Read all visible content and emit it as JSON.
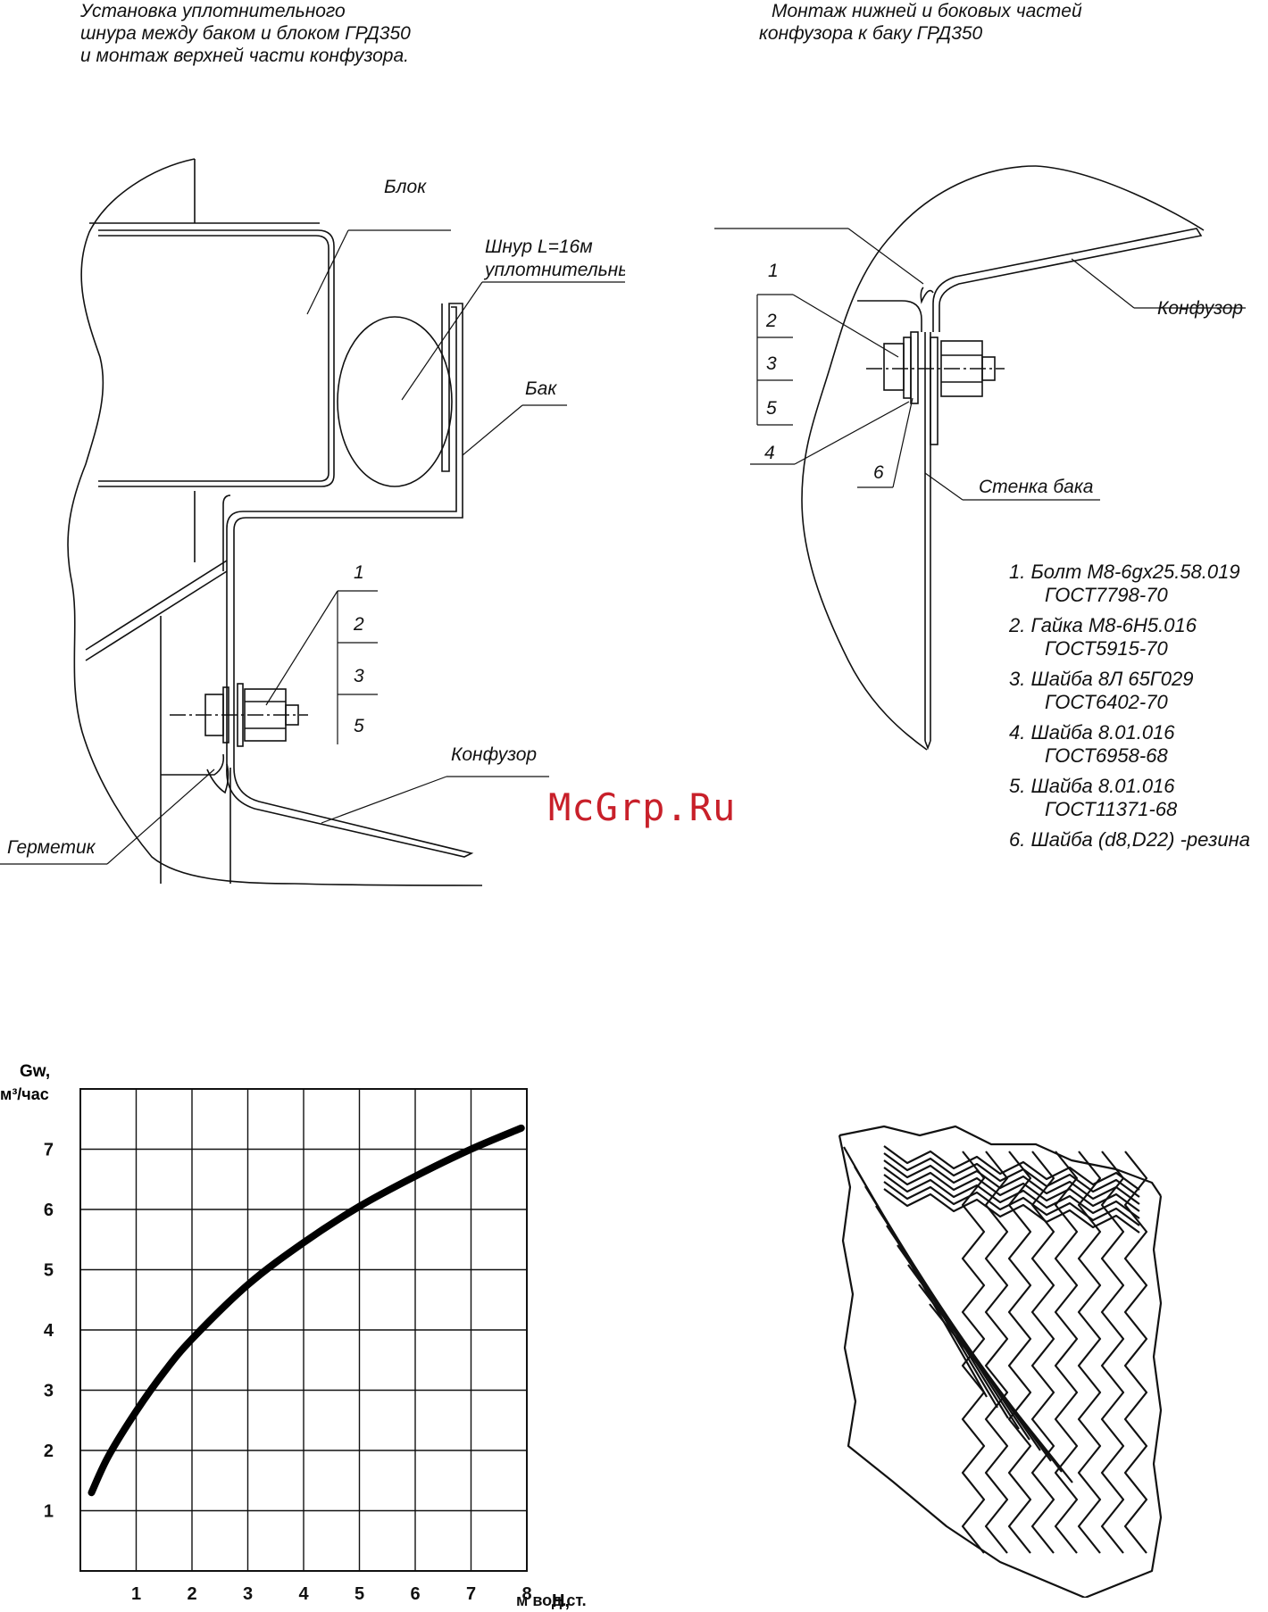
{
  "left_drawing": {
    "title": [
      "Установка уплотнительного",
      "шнура между баком и блоком ГРД350",
      "и монтаж верхней части конфузора."
    ],
    "labels": {
      "block": "Блок",
      "cord_line1": "Шнур L=16м",
      "cord_line2": "уплотнительный",
      "tank": "Бак",
      "confusor": "Конфузор",
      "sealant": "Герметик"
    },
    "callout_numbers": [
      "1",
      "2",
      "3",
      "5"
    ]
  },
  "right_drawing": {
    "title": [
      "Монтаж нижней и боковых частей",
      "конфузора к баку ГРД350"
    ],
    "labels": {
      "confusor": "Конфузор",
      "tank_wall": "Стенка бака"
    },
    "callout_numbers": [
      "1",
      "2",
      "3",
      "5",
      "4"
    ],
    "callout_six": "6"
  },
  "parts_list": [
    {
      "line1": "1. Болт М8-6gх25.58.019",
      "line2": "ГОСТ7798-70"
    },
    {
      "line1": "2. Гайка М8-6Н5.016",
      "line2": "ГОСТ5915-70"
    },
    {
      "line1": "3. Шайба 8Л 65Г029",
      "line2": "ГОСТ6402-70"
    },
    {
      "line1": "4. Шайба 8.01.016",
      "line2": "ГОСТ6958-68"
    },
    {
      "line1": "5. Шайба 8.01.016",
      "line2": "ГОСТ11371-68"
    },
    {
      "line1": "6. Шайба (d8,D22) -резина",
      "line2": ""
    }
  ],
  "watermark": "McGrp.Ru",
  "chart_data": {
    "type": "line",
    "title": "",
    "ylabel_line1": "Gw,",
    "ylabel_line2": "м³/час",
    "xlabel_line1": "H,",
    "xlabel_line2": "м вод.ст.",
    "x_ticks": [
      "1",
      "2",
      "3",
      "4",
      "5",
      "6",
      "7",
      "8"
    ],
    "y_ticks": [
      "1",
      "2",
      "3",
      "4",
      "5",
      "6",
      "7"
    ],
    "xlim": [
      0,
      8
    ],
    "ylim": [
      0,
      8
    ],
    "grid": true,
    "series": [
      {
        "x": [
          0.2,
          0.5,
          1.0,
          1.5,
          2.0,
          3.0,
          4.0,
          5.0,
          6.0,
          7.0,
          7.9
        ],
        "y": [
          1.3,
          1.9,
          2.65,
          3.3,
          3.85,
          4.75,
          5.45,
          6.05,
          6.55,
          7.0,
          7.35
        ]
      }
    ]
  }
}
